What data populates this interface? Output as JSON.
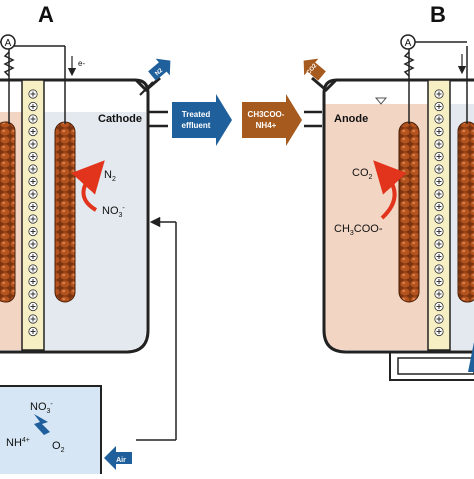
{
  "panels": {
    "a": {
      "letter": "A",
      "electrode_label": "Cathode",
      "gas_out": "N2",
      "species_top": "N",
      "species_top_sub": "2",
      "species_bottom": "NO",
      "species_bottom_sub": "3",
      "species_bottom_sup": "-",
      "electron_label": "e-"
    },
    "b": {
      "letter": "B",
      "electrode_label": "Anode",
      "gas_out": "CO2",
      "species_top": "CO",
      "species_top_sub": "2",
      "species_bottom": "CH",
      "species_bottom_sub": "3",
      "species_bottom_rest": "COO-"
    }
  },
  "arrows": {
    "treated_line1": "Treated",
    "treated_line2": "effluent",
    "feed_line1": "CH3COO-",
    "feed_line2": "NH4+",
    "air": "Air"
  },
  "aeration_tank": {
    "no3": "NO",
    "no3_sub": "3",
    "no3_sup": "-",
    "nh4": "NH",
    "nh4_sub": "4",
    "nh4_sup": "+",
    "o2": "O",
    "o2_sub": "2"
  },
  "ammeter_symbol": "A",
  "colors": {
    "cathode_liquid": "#e3e9ee",
    "anode_liquid": "#f3d5c4",
    "membrane": "#f6efc4",
    "electrode": "#b5531e",
    "blue_arrow": "#1f5f9b",
    "brown_arrow": "#a65a1e",
    "red_arrow": "#e2341c",
    "aeration_tank": "#d6e6f4"
  }
}
